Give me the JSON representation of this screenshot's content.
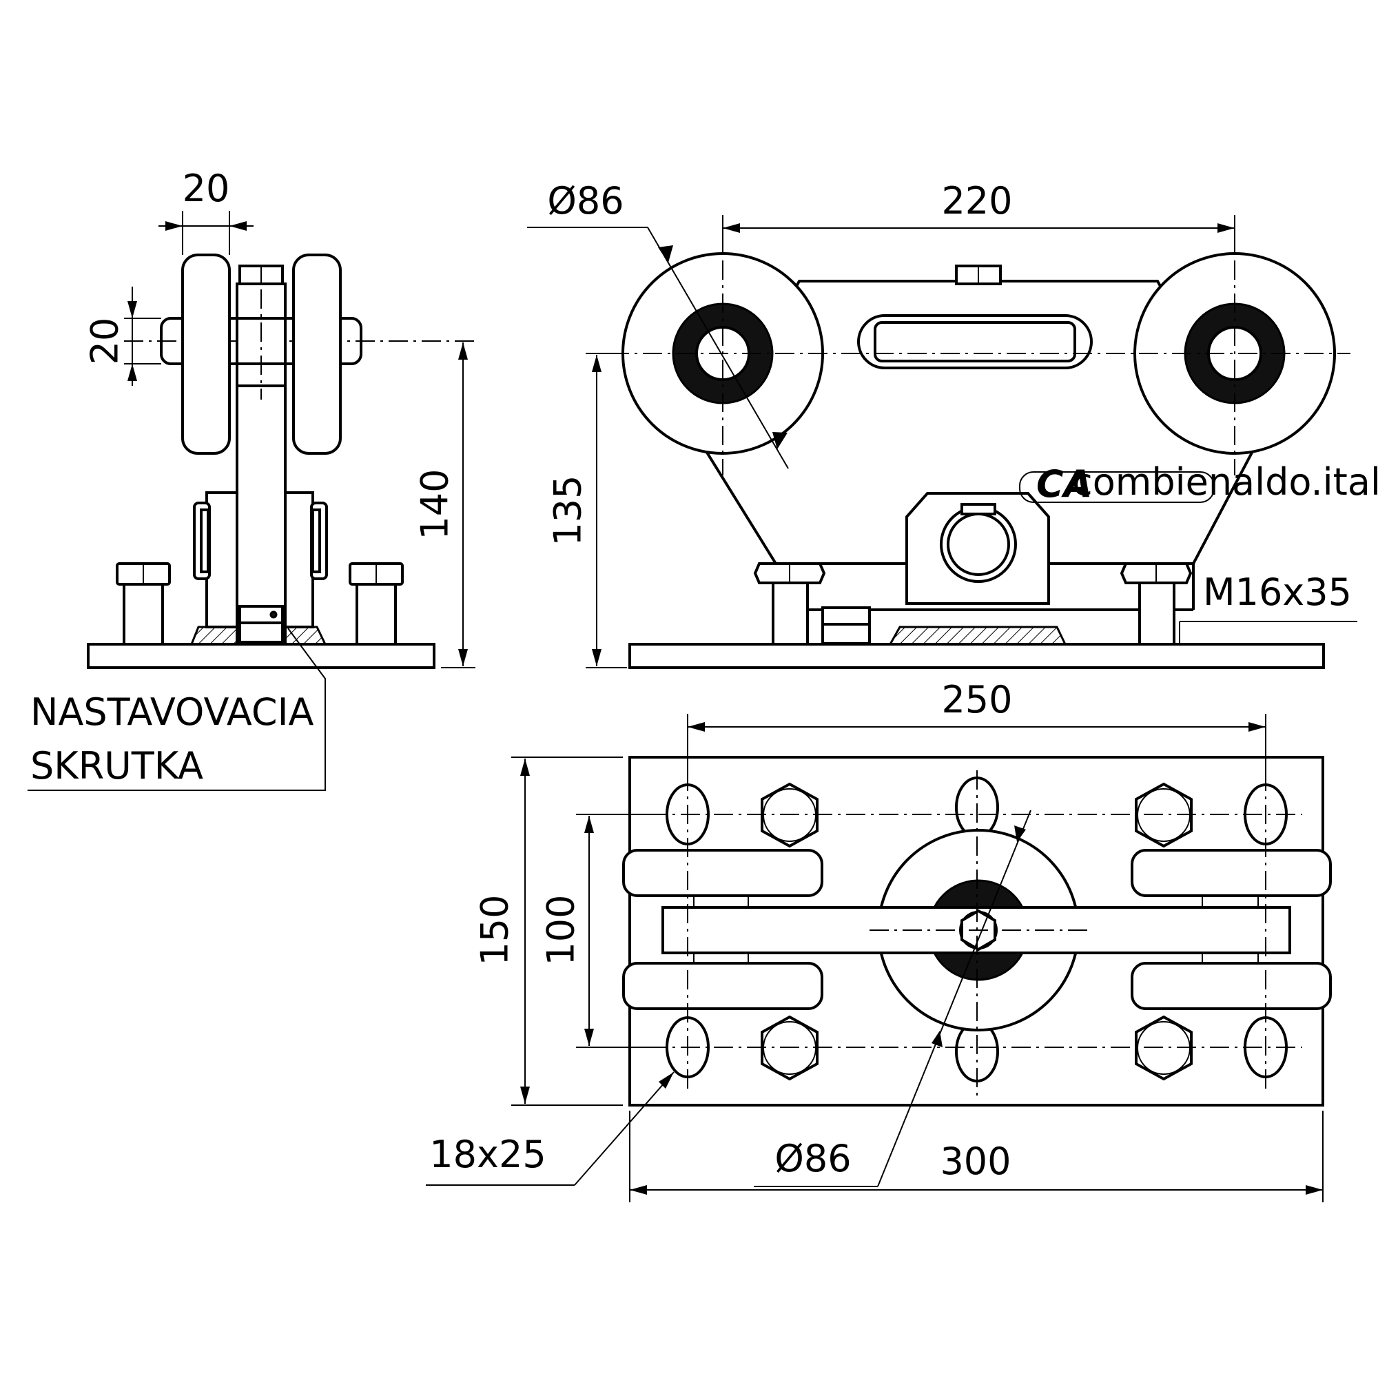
{
  "side_view": {
    "dim_wheel_width": "20",
    "dim_axle": "20",
    "dim_height": "140",
    "callout": [
      "NASTAVOVACIA",
      "SKRUTKA"
    ]
  },
  "front_view": {
    "dim_wheel_diameter": "Ø86",
    "dim_wheel_spacing": "220",
    "dim_height": "135",
    "dim_bolt": "M16x35",
    "logo_text": "combienaldo.italy"
  },
  "top_view": {
    "dim_slot_spacing": "250",
    "dim_plate_width": "150",
    "dim_slot_rows": "100",
    "dim_slot": "18x25",
    "dim_wheel_diameter": "Ø86",
    "dim_plate_length": "300"
  }
}
